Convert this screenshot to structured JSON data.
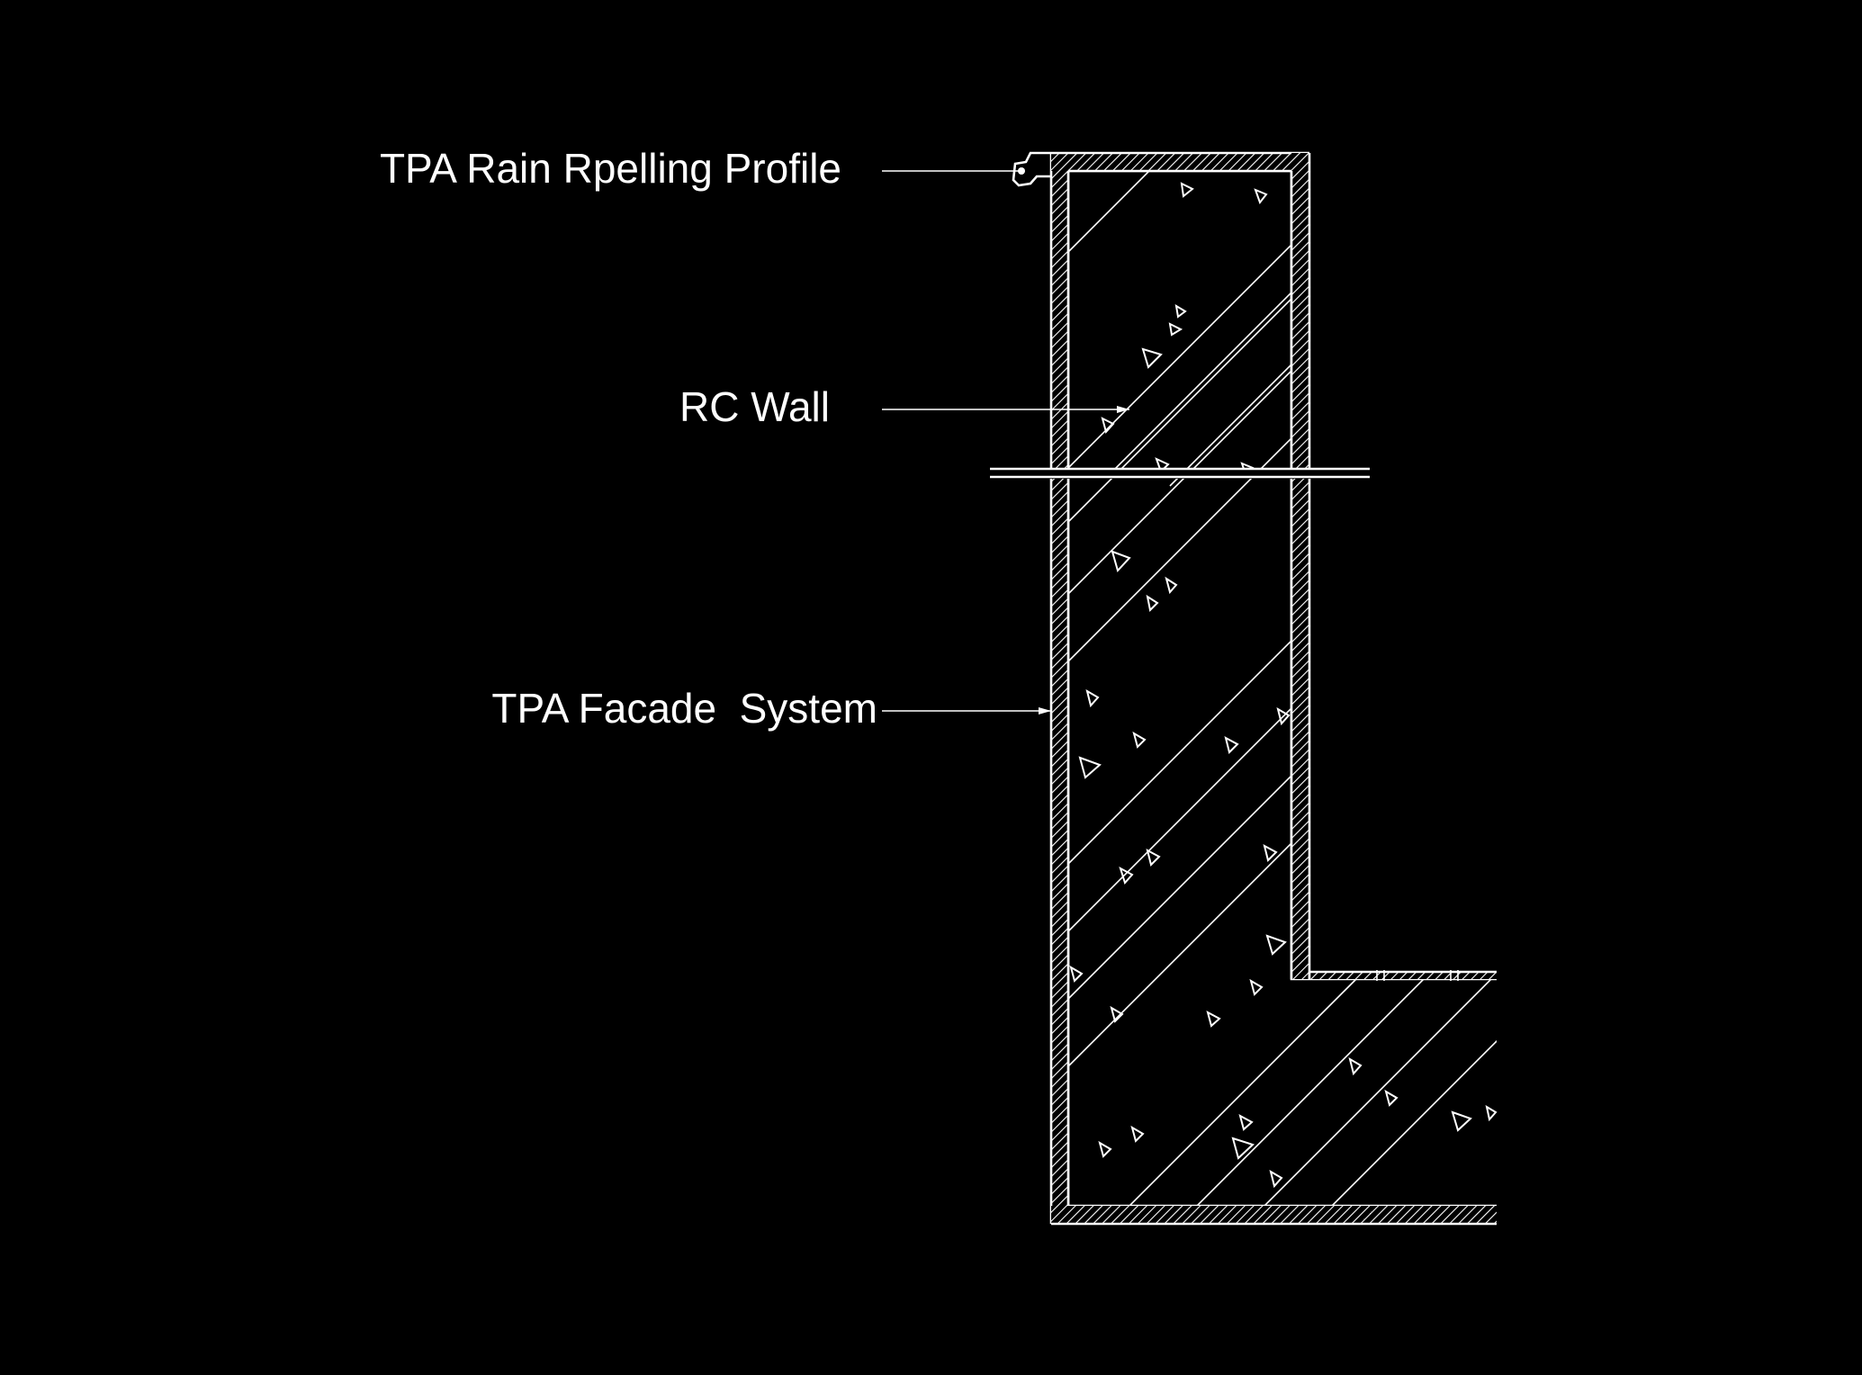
{
  "labels": {
    "rain_profile": "TPA Rain Rpelling Profile",
    "rc_wall": "RC Wall",
    "facade_system": "TPA Facade  System"
  },
  "colors": {
    "background": "#000000",
    "linework": "#ffffff"
  }
}
